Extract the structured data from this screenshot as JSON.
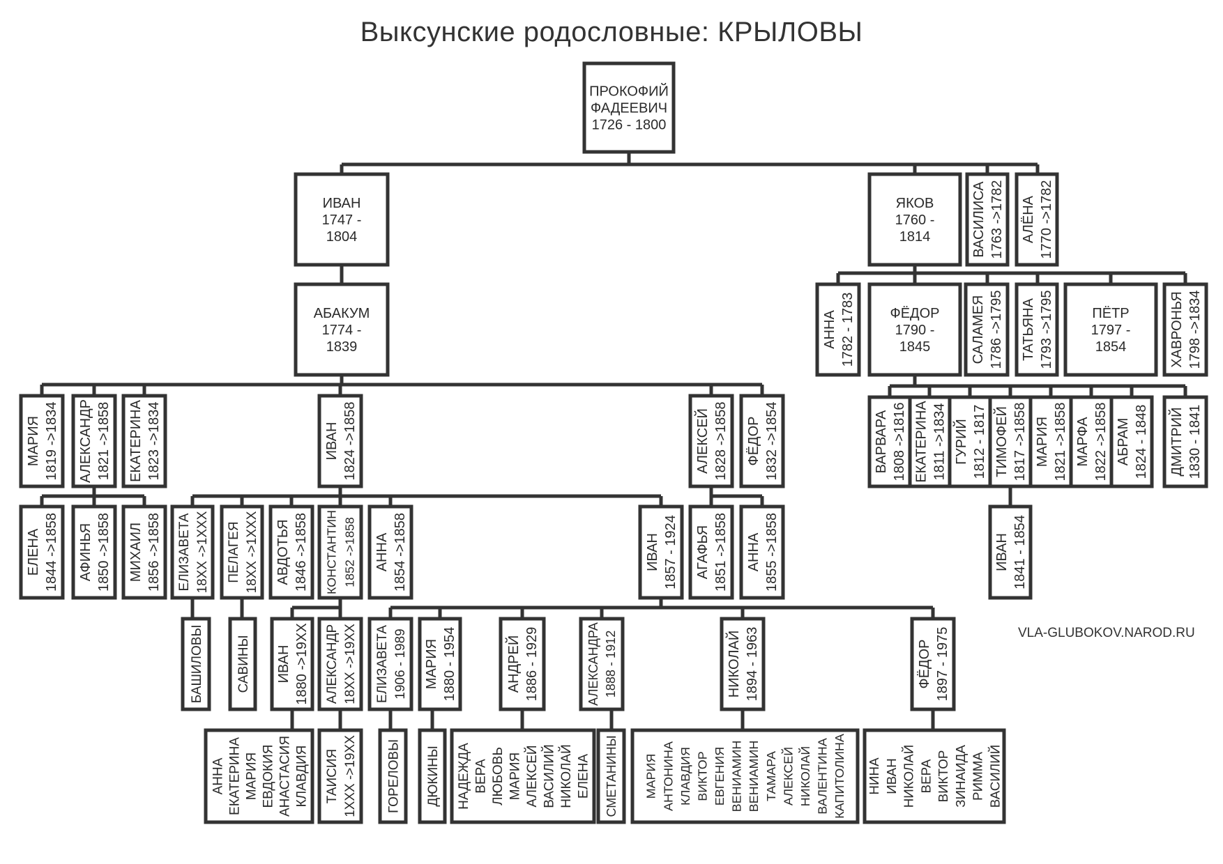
{
  "title": "Выксунские родословные: КРЫЛОВЫ",
  "site": "VLA-GLUBOKOV.NAROD.RU",
  "nodes": [
    {
      "id": "prokofiy",
      "lines": [
        "ПРОКОФИЙ",
        "ФАДЕЕВИЧ",
        "1726 - 1800"
      ]
    },
    {
      "id": "ivan1747",
      "lines": [
        "ИВАН",
        "1747 -",
        "1804"
      ]
    },
    {
      "id": "yakov",
      "lines": [
        "ЯКОВ",
        "1760 -",
        "1814"
      ]
    },
    {
      "id": "vasilisa",
      "lines": [
        "ВАСИЛИСА",
        "1763 ->1782"
      ]
    },
    {
      "id": "alyona",
      "lines": [
        "АЛЁНА",
        "1770 ->1782"
      ]
    },
    {
      "id": "abakum",
      "lines": [
        "АБАКУМ",
        "1774 -",
        "1839"
      ]
    },
    {
      "id": "anna1782",
      "lines": [
        "АННА",
        "1782 - 1783"
      ]
    },
    {
      "id": "fyodor1790",
      "lines": [
        "ФЁДОР",
        "1790 -",
        "1845"
      ]
    },
    {
      "id": "salameya",
      "lines": [
        "САЛАМЕЯ",
        "1786 ->1795"
      ]
    },
    {
      "id": "tatyana",
      "lines": [
        "ТАТЬЯНА",
        "1793 ->1795"
      ]
    },
    {
      "id": "pyotr",
      "lines": [
        "ПЁТР",
        "1797 -",
        "1854"
      ]
    },
    {
      "id": "khavronya",
      "lines": [
        "ХАВРОНЬЯ",
        "1798 ->1834"
      ]
    },
    {
      "id": "mariya1819",
      "lines": [
        "МАРИЯ",
        "1819 ->1834"
      ]
    },
    {
      "id": "aleksandr1821",
      "lines": [
        "АЛЕКСАНДР",
        "1821 ->1858"
      ]
    },
    {
      "id": "ekaterina1823",
      "lines": [
        "ЕКАТЕРИНА",
        "1823 ->1834"
      ]
    },
    {
      "id": "ivan1824",
      "lines": [
        "ИВАН",
        "1824 ->1858"
      ]
    },
    {
      "id": "aleksey1828",
      "lines": [
        "АЛЕКСЕЙ",
        "1828 ->1858"
      ]
    },
    {
      "id": "fyodor1832",
      "lines": [
        "ФЁДОР",
        "1832 ->1854"
      ]
    },
    {
      "id": "varvara",
      "lines": [
        "ВАРВАРА",
        "1808 ->1816"
      ]
    },
    {
      "id": "ekaterina1811",
      "lines": [
        "ЕКАТЕРИНА",
        "1811 ->1834"
      ]
    },
    {
      "id": "guriy",
      "lines": [
        "ГУРИЙ",
        "1812 - 1817"
      ]
    },
    {
      "id": "timofey",
      "lines": [
        "ТИМОФЕЙ",
        "1817 ->1858"
      ]
    },
    {
      "id": "mariya1821",
      "lines": [
        "МАРИЯ",
        "1821 ->1858"
      ]
    },
    {
      "id": "marfa",
      "lines": [
        "МАРФА",
        "1822 ->1858"
      ]
    },
    {
      "id": "abram",
      "lines": [
        "АБРАМ",
        "1824 - 1848"
      ]
    },
    {
      "id": "dmitriy",
      "lines": [
        "ДМИТРИЙ",
        "1830 - 1841"
      ]
    },
    {
      "id": "elena1844",
      "lines": [
        "ЕЛЕНА",
        "1844 ->1858"
      ]
    },
    {
      "id": "afinya",
      "lines": [
        "АФИНЬЯ",
        "1850 ->1858"
      ]
    },
    {
      "id": "mikhail",
      "lines": [
        "МИХАИЛ",
        "1856 ->1858"
      ]
    },
    {
      "id": "elizaveta18xx",
      "lines": [
        "ЕЛИЗАВЕТА",
        "18XX ->1XXX"
      ]
    },
    {
      "id": "pelageya",
      "lines": [
        "ПЕЛАГЕЯ",
        "18XX ->1XXX"
      ]
    },
    {
      "id": "avdotya",
      "lines": [
        "АВДОТЬЯ",
        "1846 ->1858"
      ]
    },
    {
      "id": "konstantin",
      "lines": [
        "КОНСТАНТИН",
        "1852 ->1858"
      ]
    },
    {
      "id": "anna1854",
      "lines": [
        "АННА",
        "1854 ->1858"
      ]
    },
    {
      "id": "ivan1857",
      "lines": [
        "ИВАН",
        "1857 - 1924"
      ]
    },
    {
      "id": "agafya",
      "lines": [
        "АГАФЬЯ",
        "1851 ->1858"
      ]
    },
    {
      "id": "anna1855",
      "lines": [
        "АННА",
        "1855 ->1858"
      ]
    },
    {
      "id": "ivan1841",
      "lines": [
        "ИВАН",
        "1841 - 1854"
      ]
    },
    {
      "id": "bashilovy",
      "lines": [
        "БАШИЛОВЫ"
      ]
    },
    {
      "id": "saviny",
      "lines": [
        "САВИНЫ"
      ]
    },
    {
      "id": "ivan1880",
      "lines": [
        "ИВАН",
        "1880 ->19XX"
      ]
    },
    {
      "id": "aleksandr18xx",
      "lines": [
        "АЛЕКСАНДР",
        "18XX ->19XX"
      ]
    },
    {
      "id": "elizaveta1906",
      "lines": [
        "ЕЛИЗАВЕТА",
        "1906 - 1989"
      ]
    },
    {
      "id": "mariya1880",
      "lines": [
        "МАРИЯ",
        "1880 - 1954"
      ]
    },
    {
      "id": "andrey",
      "lines": [
        "АНДРЕЙ",
        "1886 - 1929"
      ]
    },
    {
      "id": "aleksandra",
      "lines": [
        "АЛЕКСАНДРА",
        "1888 - 1912"
      ]
    },
    {
      "id": "nikolay",
      "lines": [
        "НИКОЛАЙ",
        "1894 - 1963"
      ]
    },
    {
      "id": "fyodor1897",
      "lines": [
        "ФЁДОР",
        "1897 - 1975"
      ]
    },
    {
      "id": "children_ivan1880",
      "lines": [
        "АННА",
        "ЕКАТЕРИНА",
        "МАРИЯ",
        "ЕВДОКИЯ",
        "АНАСТАСИЯ",
        "КЛАВДИЯ"
      ]
    },
    {
      "id": "taisiya",
      "lines": [
        "ТАИСИЯ",
        "1XXX ->19XX"
      ]
    },
    {
      "id": "gorelovy",
      "lines": [
        "ГОРЕЛОВЫ"
      ]
    },
    {
      "id": "dyukiny",
      "lines": [
        "ДЮКИНЫ"
      ]
    },
    {
      "id": "children_andrey",
      "lines": [
        "НАДЕЖДА",
        "ВЕРА",
        "ЛЮБОВЬ",
        "МАРИЯ",
        "АЛЕКСЕЙ",
        "ВАСИЛИЙ",
        "НИКОЛАЙ",
        "ЕЛЕНА"
      ]
    },
    {
      "id": "smetaniny",
      "lines": [
        "СМЕТАНИНЫ"
      ]
    },
    {
      "id": "children_nikolay",
      "lines": [
        "МАРИЯ",
        "АНТОНИНА",
        "КЛАВДИЯ",
        "ВИКТОР",
        "ЕВГЕНИЯ",
        "ВЕНИАМИН",
        "ВЕНИАМИН",
        "ТАМАРА",
        "АЛЕКСЕЙ",
        "НИКОЛАЙ",
        "ВАЛЕНТИНА",
        "КАПИТОЛИНА"
      ]
    },
    {
      "id": "children_fyodor1897",
      "lines": [
        "НИНА",
        "ИВАН",
        "НИКОЛАЙ",
        "ВЕРА",
        "ВИКТОР",
        "ЗИНАИДА",
        "РИММА",
        "ВАСИЛИЙ"
      ]
    }
  ]
}
